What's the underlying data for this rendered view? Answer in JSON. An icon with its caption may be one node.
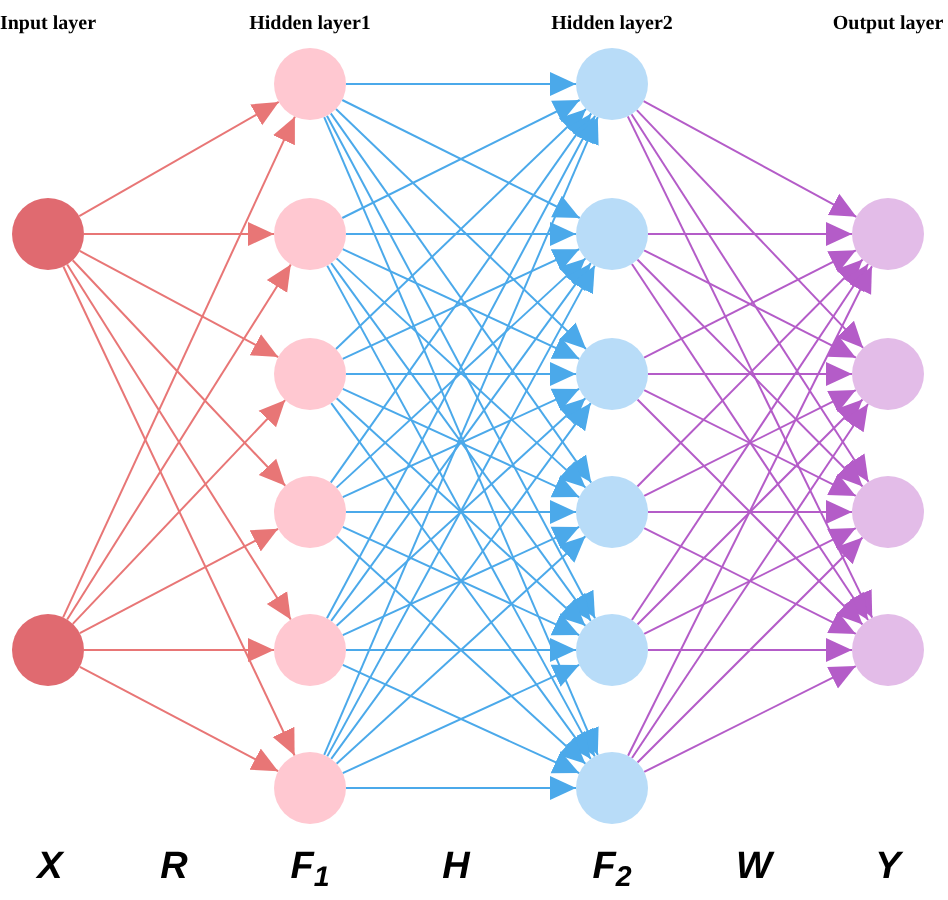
{
  "diagram": {
    "nodes": [
      {
        "text": [],
        "shape": "circle"
      },
      {
        "text": [],
        "shape": "circle"
      },
      {
        "text": [],
        "shape": "circle"
      },
      {
        "text": [],
        "shape": "circle"
      },
      {
        "text": [],
        "shape": "circle"
      },
      {
        "text": [],
        "shape": "circle"
      },
      {
        "text": [],
        "shape": "circle"
      },
      {
        "text": [],
        "shape": "circle"
      },
      {
        "text": [],
        "shape": "circle"
      },
      {
        "text": [],
        "shape": "circle"
      },
      {
        "text": [],
        "shape": "circle"
      },
      {
        "text": [],
        "shape": "circle"
      },
      {
        "text": [],
        "shape": "circle"
      },
      {
        "text": [],
        "shape": "circle"
      },
      {
        "text": [],
        "shape": "circle"
      },
      {
        "text": [],
        "shape": "circle"
      },
      {
        "text": [],
        "shape": "circle"
      },
      {
        "text": [],
        "shape": "circle"
      }
    ],
    "edges": [
      {
        "from": 0,
        "to": 2,
        "arrow": "to",
        "color": "#e87676"
      },
      {
        "from": 0,
        "to": 3,
        "arrow": "to",
        "color": "#e87676"
      },
      {
        "from": 0,
        "to": 4,
        "arrow": "to",
        "color": "#e87676"
      },
      {
        "from": 0,
        "to": 5,
        "arrow": "to",
        "color": "#e87676"
      },
      {
        "from": 0,
        "to": 6,
        "arrow": "to",
        "color": "#e87676"
      },
      {
        "from": 0,
        "to": 7,
        "arrow": "to",
        "color": "#e87676"
      },
      {
        "from": 1,
        "to": 2,
        "arrow": "to",
        "color": "#e87676"
      },
      {
        "from": 1,
        "to": 3,
        "arrow": "to",
        "color": "#e87676"
      },
      {
        "from": 1,
        "to": 4,
        "arrow": "to",
        "color": "#e87676"
      },
      {
        "from": 1,
        "to": 5,
        "arrow": "to",
        "color": "#e87676"
      },
      {
        "from": 1,
        "to": 6,
        "arrow": "to",
        "color": "#e87676"
      },
      {
        "from": 1,
        "to": 7,
        "arrow": "to",
        "color": "#e87676"
      },
      {
        "from": 2,
        "to": 8,
        "arrow": "to"
      },
      {
        "from": 2,
        "to": 9,
        "arrow": "to"
      },
      {
        "from": 2,
        "to": 10,
        "arrow": "to"
      },
      {
        "from": 2,
        "to": 11,
        "arrow": "to"
      },
      {
        "from": 2,
        "to": 12,
        "arrow": "to"
      },
      {
        "from": 2,
        "to": 13,
        "arrow": "to"
      },
      {
        "from": 3,
        "to": 8,
        "arrow": "to"
      },
      {
        "from": 3,
        "to": 9,
        "arrow": "to"
      },
      {
        "from": 3,
        "to": 10,
        "arrow": "to"
      },
      {
        "from": 3,
        "to": 11,
        "arrow": "to"
      },
      {
        "from": 3,
        "to": 12,
        "arrow": "to"
      },
      {
        "from": 3,
        "to": 13,
        "arrow": "to"
      },
      {
        "from": 4,
        "to": 8,
        "arrow": "to"
      },
      {
        "from": 4,
        "to": 9,
        "arrow": "to"
      },
      {
        "from": 4,
        "to": 10,
        "arrow": "to"
      },
      {
        "from": 4,
        "to": 11,
        "arrow": "to"
      },
      {
        "from": 4,
        "to": 12,
        "arrow": "to"
      },
      {
        "from": 4,
        "to": 13,
        "arrow": "to"
      },
      {
        "from": 5,
        "to": 8,
        "arrow": "to"
      },
      {
        "from": 5,
        "to": 9,
        "arrow": "to"
      },
      {
        "from": 5,
        "to": 10,
        "arrow": "to"
      },
      {
        "from": 5,
        "to": 11,
        "arrow": "to"
      },
      {
        "from": 5,
        "to": 12,
        "arrow": "to"
      },
      {
        "from": 5,
        "to": 13,
        "arrow": "to"
      },
      {
        "from": 6,
        "to": 8,
        "arrow": "to"
      },
      {
        "from": 6,
        "to": 9,
        "arrow": "to"
      },
      {
        "from": 6,
        "to": 10,
        "arrow": "to"
      },
      {
        "from": 6,
        "to": 11,
        "arrow": "to"
      },
      {
        "from": 6,
        "to": 12,
        "arrow": "to"
      },
      {
        "from": 6,
        "to": 13,
        "arrow": "to"
      },
      {
        "from": 7,
        "to": 8,
        "arrow": "to"
      },
      {
        "from": 7,
        "to": 9,
        "arrow": "to"
      },
      {
        "from": 7,
        "to": 10,
        "arrow": "to"
      },
      {
        "from": 7,
        "to": 11,
        "arrow": "to"
      },
      {
        "from": 7,
        "to": 12,
        "arrow": "to"
      },
      {
        "from": 7,
        "to": 13,
        "arrow": "to"
      },
      {
        "from": 8,
        "to": 14,
        "arrow": "to",
        "color": "#b45cc8"
      },
      {
        "from": 8,
        "to": 15,
        "arrow": "to",
        "color": "#b45cc8"
      },
      {
        "from": 8,
        "to": 16,
        "arrow": "to",
        "color": "#b45cc8"
      },
      {
        "from": 8,
        "to": 17,
        "arrow": "to",
        "color": "#b45cc8"
      },
      {
        "from": 9,
        "to": 14,
        "arrow": "to",
        "color": "#b45cc8"
      },
      {
        "from": 9,
        "to": 15,
        "arrow": "to",
        "color": "#b45cc8"
      },
      {
        "from": 9,
        "to": 16,
        "arrow": "to",
        "color": "#b45cc8"
      },
      {
        "from": 9,
        "to": 17,
        "arrow": "to",
        "color": "#b45cc8"
      },
      {
        "from": 10,
        "to": 14,
        "arrow": "to",
        "color": "#b45cc8"
      },
      {
        "from": 10,
        "to": 15,
        "arrow": "to",
        "color": "#b45cc8"
      },
      {
        "from": 10,
        "to": 16,
        "arrow": "to",
        "color": "#b45cc8"
      },
      {
        "from": 10,
        "to": 17,
        "arrow": "to",
        "color": "#b45cc8"
      },
      {
        "from": 11,
        "to": 14,
        "arrow": "to",
        "color": "#b45cc8"
      },
      {
        "from": 11,
        "to": 15,
        "arrow": "to",
        "color": "#b45cc8"
      },
      {
        "from": 11,
        "to": 16,
        "arrow": "to",
        "color": "#b45cc8"
      },
      {
        "from": 11,
        "to": 17,
        "arrow": "to",
        "color": "#b45cc8"
      },
      {
        "from": 12,
        "to": 14,
        "arrow": "to",
        "color": "#b45cc8"
      },
      {
        "from": 12,
        "to": 15,
        "arrow": "to",
        "color": "#b45cc8"
      },
      {
        "from": 12,
        "to": 16,
        "arrow": "to",
        "color": "#b45cc8"
      },
      {
        "from": 12,
        "to": 17,
        "arrow": "to",
        "color": "#b45cc8"
      },
      {
        "from": 13,
        "to": 14,
        "arrow": "to",
        "color": "#b45cc8"
      },
      {
        "from": 13,
        "to": 15,
        "arrow": "to",
        "color": "#b45cc8"
      },
      {
        "from": 13,
        "to": 16,
        "arrow": "to",
        "color": "#b45cc8"
      },
      {
        "from": 13,
        "to": 17,
        "arrow": "to",
        "color": "#b45cc8"
      }
    ],
    "labels": [
      "Input layer",
      "Hidden layer1",
      "Hidden layer2",
      "Output layer",
      "X",
      "R",
      "F$_{1}$",
      "H",
      "F$_{2}$",
      "W",
      "Y"
    ]
  }
}
